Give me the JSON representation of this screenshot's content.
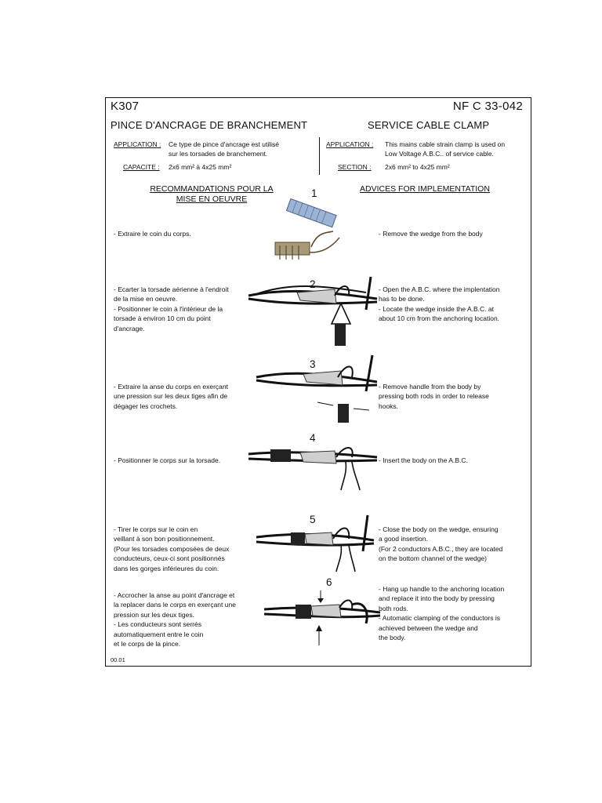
{
  "header": {
    "code": "K307",
    "standard": "NF C 33-042",
    "title_fr": "PINCE D'ANCRAGE DE BRANCHEMENT",
    "title_en": "SERVICE CABLE CLAMP"
  },
  "spec_fr": {
    "application_label": "APPLICATION :",
    "application_text": "Ce type de pince d'ancrage est utilisé\nsur les torsades de branchement.",
    "capacity_label": "CAPACITE :",
    "capacity_text": "2x6 mm² à 4x25 mm²"
  },
  "spec_en": {
    "application_label": "APPLICATION :",
    "application_text": "This mains cable strain clamp is used on\nLow Voltage A.B.C.. of service cable.",
    "section_label": "SECTION :",
    "section_text": "2x6 mm² to 4x25 mm²"
  },
  "headings": {
    "fr": "RECOMMANDATIONS POUR LA\nMISE EN OEUVRE",
    "en": "ADVICES FOR IMPLEMENTATION"
  },
  "steps": [
    {
      "num": "1",
      "fr": "- Extraire le coin du corps.",
      "en": "- Remove the wedge from the body"
    },
    {
      "num": "2",
      "fr": "- Ecarter la torsade aérienne à l'endroit\n  de la mise en oeuvre.\n- Positionner le coin à l'intérieur de la\n  torsade à environ 10 cm du point\n  d'ancrage.",
      "en": "- Open the A.B.C. where the implentation\n  has to be done.\n- Locate the wedge inside the A.B.C. at\n  about 10 cm from the anchoring location."
    },
    {
      "num": "3",
      "fr": "- Extraire la anse du corps en exerçant\n  une pression sur les deux tiges afin de\n  dégager les crochets.",
      "en": "- Remove handle from the body by\n  pressing both rods in order to release\n  hooks."
    },
    {
      "num": "4",
      "fr": "- Positionner le corps sur la torsade.",
      "en": "- Insert the body on the A.B.C."
    },
    {
      "num": "5",
      "fr": "- Tirer le corps sur le coin en\n  veillant à son bon positionnement.\n  (Pour les torsades composées de deux\n  conducteurs, ceux-ci sont positionnés\n  dans les gorges inférieures du coin.",
      "en": "- Close the body on the wedge, ensuring\n  a good insertion.\n  (For 2 conductors A.B.C., they are located\n  on the bottom channel of the wedge)"
    },
    {
      "num": "6",
      "fr": "- Accrocher la anse au point d'ancrage et\n  la replacer dans le corps en exerçant une\n  pression sur les deux tiges.\n- Les conducteurs sont serrés\n  automatiquement entre le coin\n  et le corps de la pince.",
      "en": "- Hang up handle to the anchoring location\n  and replace it into the body by pressing\n  both rods.\n- Automatic clamping of the conductors is\n  achieved between the wedge and\n  the body."
    }
  ],
  "footer": {
    "revision": "00.01"
  }
}
